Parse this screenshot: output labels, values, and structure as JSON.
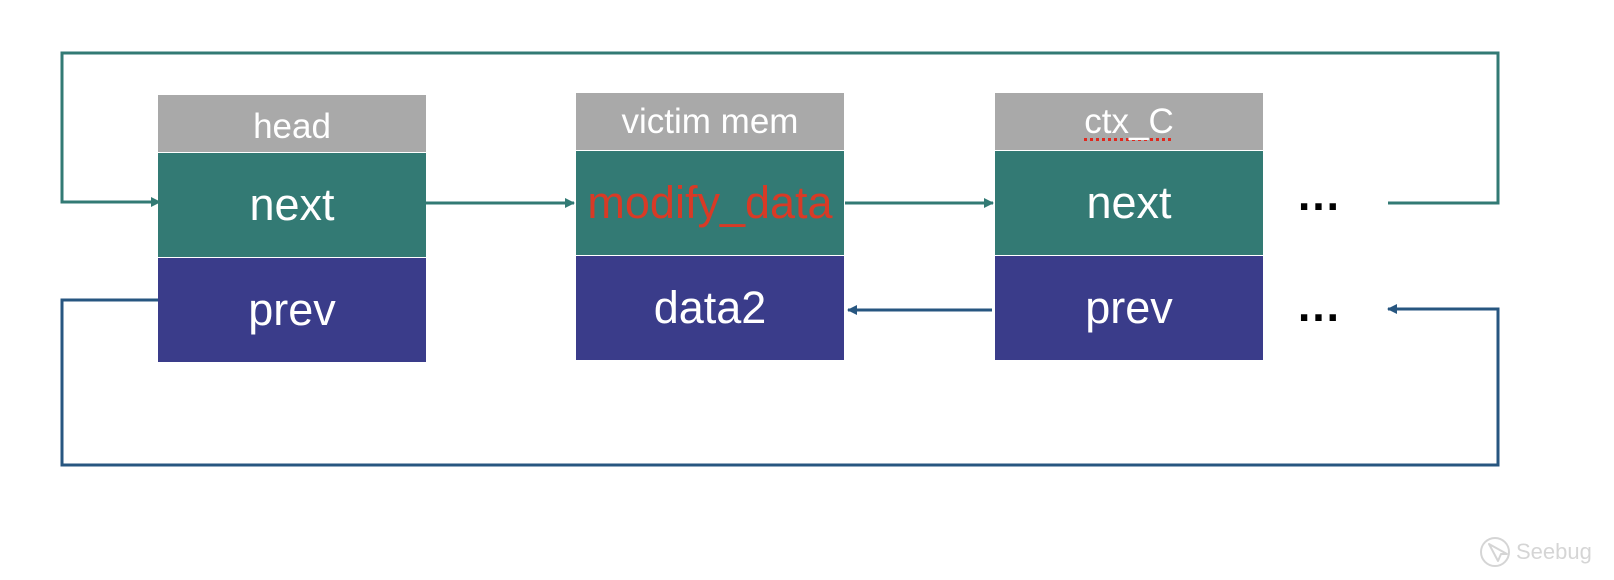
{
  "nodes": [
    {
      "header": "head",
      "next": "next",
      "prev": "prev"
    },
    {
      "header": "victim mem",
      "next": "modify_data",
      "prev": "data2"
    },
    {
      "header": "ctx_C",
      "next": "next",
      "prev": "prev"
    }
  ],
  "ellipsis": {
    "top": "…",
    "bottom": "…"
  },
  "watermark": {
    "text": "Seebug"
  },
  "colors": {
    "header": "#a9a9a9",
    "next": "#337a74",
    "prev": "#3a3c8a",
    "next_arrow": "#327a74",
    "prev_arrow": "#275680",
    "highlight_text": "#d83a26"
  },
  "icons": {
    "watermark": "seebug-logo-icon"
  }
}
